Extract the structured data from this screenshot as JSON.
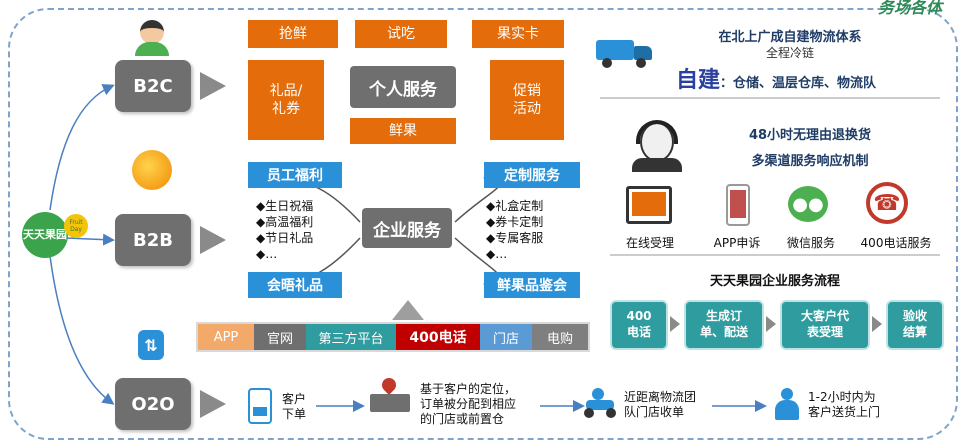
{
  "corner_title": "务场各体",
  "segments": {
    "b2c": "B2C",
    "b2b": "B2B",
    "o2o": "O2O"
  },
  "logo": {
    "name": "天天果园",
    "tag": "Fruit Day"
  },
  "b2c": {
    "top": [
      "抢鲜",
      "试吃",
      "果实卡"
    ],
    "left": "礼品/\n礼券",
    "right": "促销\n活动",
    "center": "个人服务",
    "bottom": "鲜果"
  },
  "b2b": {
    "center": "企业服务",
    "tl": "员工福利",
    "tr": "定制服务",
    "bl": "会晤礼品",
    "br": "鲜果品鉴会",
    "left_items": [
      "生日祝福",
      "高温福利",
      "节日礼品",
      "…"
    ],
    "right_items": [
      "礼盒定制",
      "券卡定制",
      "专属客服",
      "…"
    ]
  },
  "channels": [
    "APP",
    "官网",
    "第三方平台",
    "400电话",
    "门店",
    "电购"
  ],
  "channel_colors": [
    "#f2a96a",
    "#6f6f6f",
    "#2f9da0",
    "#c00000",
    "#5b9bd5",
    "#7f7f7f"
  ],
  "logistics": {
    "title": "在北上广成自建物流体系",
    "sub": "全程冷链",
    "big": "自建",
    "detail": "：仓储、温层仓库、物流队"
  },
  "service": {
    "line1": "48小时无理由退换货",
    "line2": "多渠道服务响应机制",
    "icons": [
      "在线受理",
      "APP申诉",
      "微信服务",
      "400电话服务"
    ]
  },
  "flow": {
    "title": "天天果园企业服务流程",
    "steps": [
      "400\n电话",
      "生成订\n单、配送",
      "大客户代\n表受理",
      "验收\n结算"
    ]
  },
  "o2o": {
    "s1": "客户\n下单",
    "s2": "基于客户的定位，\n订单被分配到相应\n的门店或前置仓",
    "s3": "近距离物流团\n队门店收单",
    "s4": "1-2小时内为\n客户送货上门"
  }
}
